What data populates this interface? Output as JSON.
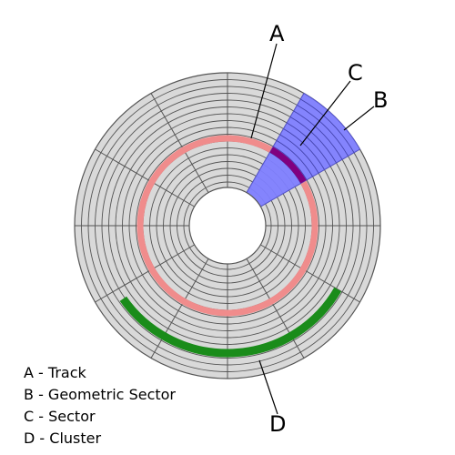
{
  "callouts": {
    "a": "A",
    "b": "B",
    "c": "C",
    "d": "D"
  },
  "legend": [
    "A - Track",
    "B - Geometric Sector",
    "C - Sector",
    "D - Cluster"
  ],
  "colors": {
    "platter": "#d9d9d9",
    "track_lines": "#555555",
    "track_highlight": "#f08c8c",
    "geometric_sector": "#8080ff",
    "sector": "#800080",
    "cluster": "#1a8c1a"
  }
}
